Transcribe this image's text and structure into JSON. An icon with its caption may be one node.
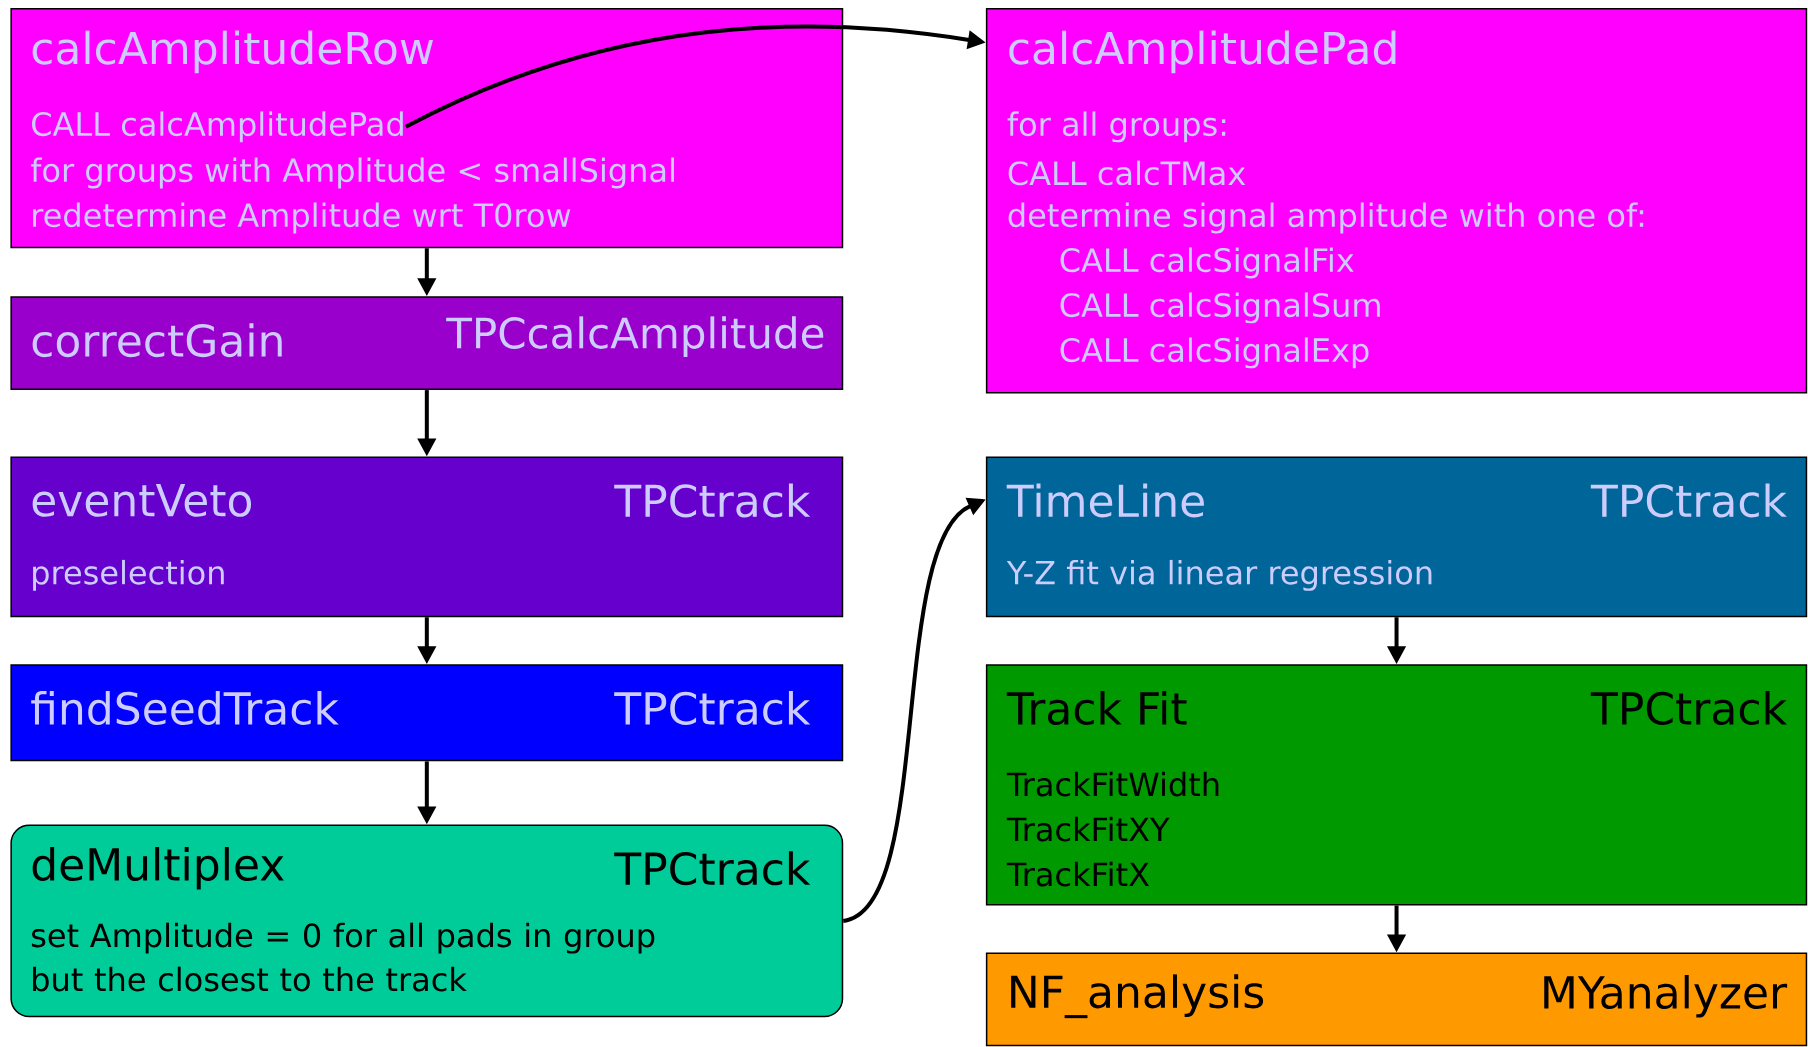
{
  "diagram": {
    "nodes": [
      {
        "text": [
          "calcAmplitudeRow",
          "CALL calcAmplitudePad",
          "for groups with Amplitude < smallSignal",
          "redetermine Amplitude wrt T0row"
        ]
      },
      {
        "text": [
          "calcAmplitudePad",
          "for all groups:",
          "CALL calcTMax",
          "determine signal amplitude with one of:",
          "CALL calcSignalFix",
          "CALL calcSignalSum",
          "CALL calcSignalExp"
        ]
      },
      {
        "text": [
          "correctGain",
          "TPCcalcAmplitude"
        ]
      },
      {
        "text": [
          "eventVeto",
          "TPCtrack",
          "preselection"
        ]
      },
      {
        "text": [
          "findSeedTrack",
          "TPCtrack"
        ]
      },
      {
        "text": [
          "deMultiplex",
          "TPCtrack",
          "set Amplitude = 0 for all pads in group but the closest to the track"
        ]
      },
      {
        "text": [
          "TimeLine",
          "TPCtrack",
          "Y-Z fit via linear regression"
        ]
      },
      {
        "text": [
          "Track Fit",
          "TPCtrack",
          "TrackFitWidth",
          "TrackFitXY",
          "TrackFitX"
        ]
      },
      {
        "text": [
          "NF_analysis",
          "MYanalyzer"
        ]
      }
    ],
    "edges": [
      {
        "from": 0,
        "to": 1,
        "arrow": "to"
      },
      {
        "from": 0,
        "to": 2,
        "arrow": "to"
      },
      {
        "from": 2,
        "to": 3,
        "arrow": "to"
      },
      {
        "from": 3,
        "to": 4,
        "arrow": "to"
      },
      {
        "from": 4,
        "to": 5,
        "arrow": "to"
      },
      {
        "from": 5,
        "to": 6,
        "arrow": "to"
      },
      {
        "from": 6,
        "to": 7,
        "arrow": "to"
      },
      {
        "from": 7,
        "to": 8,
        "arrow": "to"
      }
    ]
  }
}
